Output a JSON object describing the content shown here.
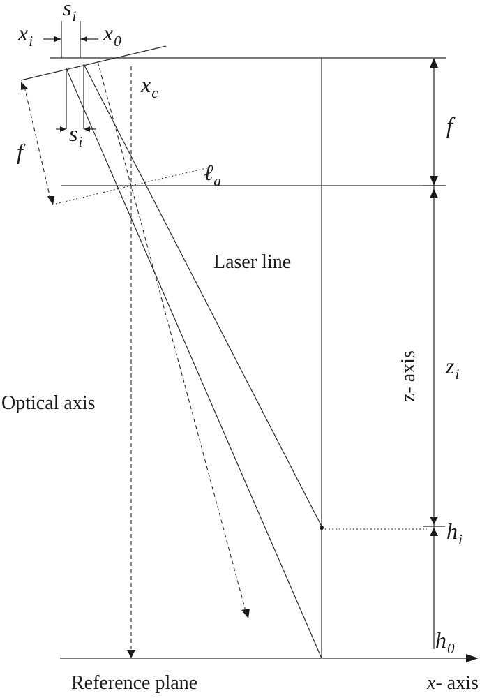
{
  "labels": {
    "si_top": {
      "base": "s",
      "sub": "i"
    },
    "xi": {
      "base": "x",
      "sub": "i"
    },
    "x0": {
      "base": "x",
      "sub": "0"
    },
    "xc": {
      "base": "x",
      "sub": "c"
    },
    "si_mid": {
      "base": "s",
      "sub": "i"
    },
    "f_left": "f",
    "f_right": "f",
    "la": {
      "base": "ℓ",
      "sub": "a"
    },
    "laser_line": "Laser line",
    "optical_axis": "Optical axis",
    "z_axis": "z- axis",
    "zi": {
      "base": "z",
      "sub": "i"
    },
    "hi": {
      "base": "h",
      "sub": "i"
    },
    "h0": {
      "base": "h",
      "sub": "0"
    },
    "reference_plane": "Reference plane",
    "x_axis": {
      "var": "x",
      "rest": "- axis"
    }
  }
}
